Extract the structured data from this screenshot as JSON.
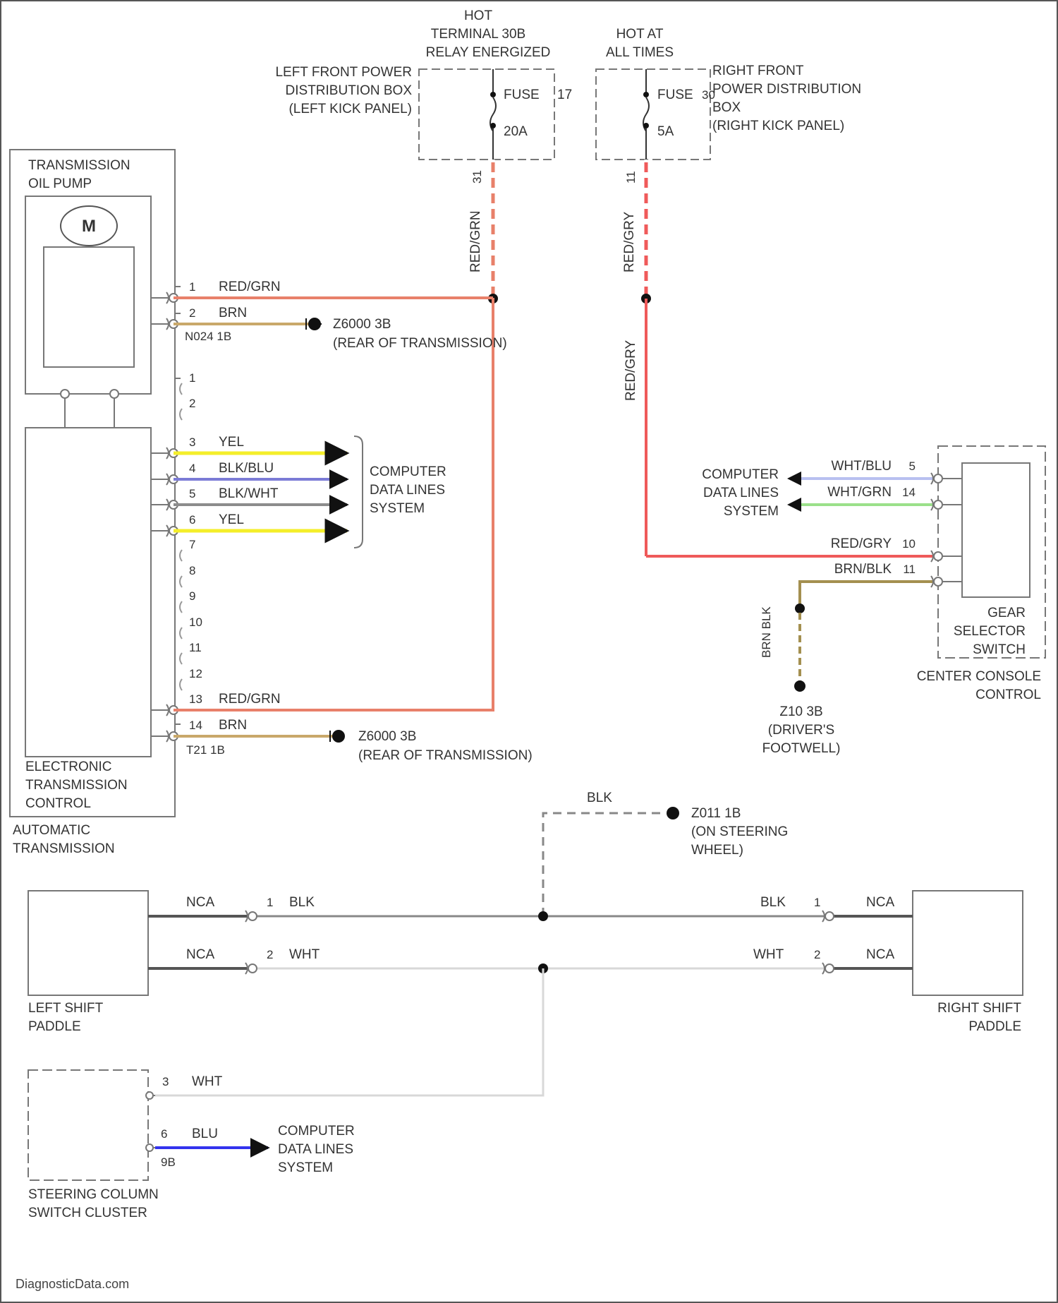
{
  "power": {
    "hot_relay": [
      "HOT",
      "TERMINAL 30B",
      "RELAY ENERGIZED"
    ],
    "hot_all_times": [
      "HOT AT",
      "ALL TIMES"
    ],
    "left_box": [
      "LEFT FRONT POWER",
      "DISTRIBUTION BOX",
      "(LEFT KICK PANEL)"
    ],
    "right_box": [
      "RIGHT FRONT",
      "POWER DISTRIBUTION",
      "BOX",
      "(RIGHT KICK PANEL)"
    ],
    "fuse_left": {
      "name": "FUSE",
      "number": "17",
      "rating": "20A",
      "pin": "31"
    },
    "fuse_right": {
      "name": "FUSE",
      "number": "30",
      "rating": "5A",
      "pin": "11"
    },
    "wire_left_vertical": "RED/GRN",
    "wire_right_vertical": "RED/GRY",
    "wire_right_lower": "RED/GRY"
  },
  "tcm": {
    "module_label": [
      "AUTOMATIC",
      "TRANSMISSION"
    ],
    "pump_label": [
      "TRANSMISSION",
      "OIL PUMP"
    ],
    "motor_symbol": "M",
    "etc_label": [
      "ELECTRONIC",
      "TRANSMISSION",
      "CONTROL"
    ],
    "pins": [
      {
        "num": "1",
        "wire": "RED/GRN"
      },
      {
        "num": "2",
        "wire": "BRN"
      },
      {
        "num": "1",
        "wire": ""
      },
      {
        "num": "2",
        "wire": ""
      },
      {
        "num": "3",
        "wire": "YEL"
      },
      {
        "num": "4",
        "wire": "BLK/BLU"
      },
      {
        "num": "5",
        "wire": "BLK/WHT"
      },
      {
        "num": "6",
        "wire": "YEL"
      },
      {
        "num": "7",
        "wire": ""
      },
      {
        "num": "8",
        "wire": ""
      },
      {
        "num": "9",
        "wire": ""
      },
      {
        "num": "10",
        "wire": ""
      },
      {
        "num": "11",
        "wire": ""
      },
      {
        "num": "12",
        "wire": ""
      },
      {
        "num": "13",
        "wire": "RED/GRN"
      },
      {
        "num": "14",
        "wire": "BRN"
      }
    ],
    "connector_top": "N024 1B",
    "connector_bottom": "T21 1B",
    "ground_top": "Z6000 3B",
    "ground_top_loc": "(REAR OF TRANSMISSION)",
    "ground_bottom": "Z6000 3B",
    "ground_bottom_loc": "(REAR OF TRANSMISSION)",
    "data_lines": [
      "COMPUTER",
      "DATA LINES",
      "SYSTEM"
    ]
  },
  "gear_selector": {
    "label": [
      "GEAR",
      "SELECTOR",
      "SWITCH"
    ],
    "assembly": [
      "CENTER CONSOLE",
      "CONTROL"
    ],
    "pins": [
      {
        "num": "5",
        "wire": "WHT/BLU"
      },
      {
        "num": "14",
        "wire": "WHT/GRN"
      },
      {
        "num": "10",
        "wire": "RED/GRY"
      },
      {
        "num": "11",
        "wire": "BRN/BLK"
      }
    ],
    "data_lines": [
      "COMPUTER",
      "DATA LINES",
      "SYSTEM"
    ],
    "ground_wire": "BRN BLK",
    "ground": "Z10 3B",
    "ground_loc": "(DRIVER'S FOOTWELL)"
  },
  "paddles": {
    "left": [
      "LEFT SHIFT",
      "PADDLE"
    ],
    "right": [
      "RIGHT SHIFT",
      "PADDLE"
    ],
    "nca": "NCA",
    "wire_blk": "BLK",
    "wire_wht": "WHT",
    "pin1": "1",
    "pin2": "2",
    "ground_wire": "BLK",
    "ground": "Z011 1B",
    "ground_loc": "(ON STEERING WHEEL)"
  },
  "steering": {
    "label": [
      "STEERING COLUMN",
      "SWITCH CLUSTER"
    ],
    "pin_wht": "3",
    "wire_wht": "WHT",
    "pin_blu": "6",
    "wire_blu": "BLU",
    "connector": "9B",
    "data_lines": [
      "COMPUTER",
      "DATA LINES",
      "SYSTEM"
    ]
  },
  "footer": "DiagnosticData.com",
  "colors": {
    "red_grn": "#e8806a",
    "red_gry": "#ef5a5a",
    "brn": "#c9a86a",
    "yel": "#f4ee2a",
    "blk_blu": "#7b7bd6",
    "blk_wht": "#8c8c8c",
    "wht_blu": "#b8c0f0",
    "wht_grn": "#9be08a",
    "brn_blk": "#a49050",
    "blk": "#888888",
    "wht": "#d8d8d8",
    "blu": "#3333ee",
    "nca": "#555555",
    "box": "#777777"
  }
}
